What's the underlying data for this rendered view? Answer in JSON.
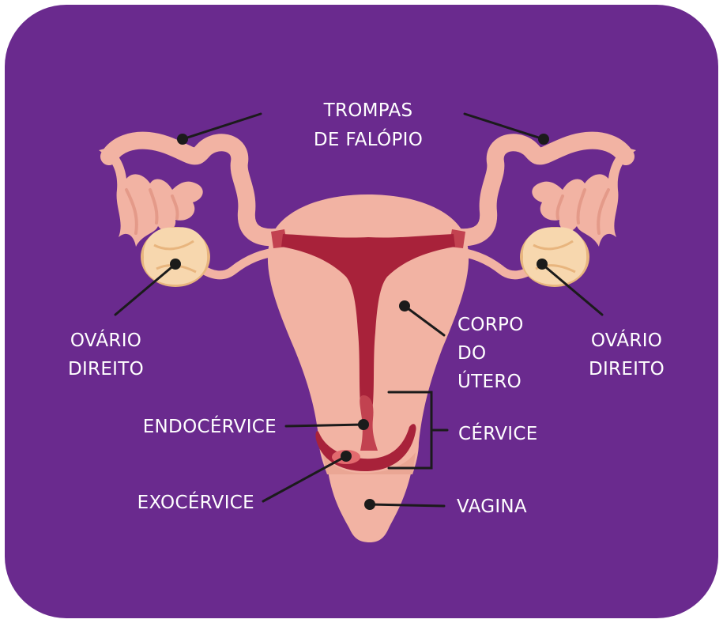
{
  "colors": {
    "background": "#6a2a8e",
    "tissue": "#f2b3a3",
    "tissue_shade": "#e49a89",
    "canal": "#a8223a",
    "ovary": "#f7d7ae",
    "ovary_shade": "#e8b57e",
    "label_text": "#ffffff",
    "leader_line": "#1b1b1b"
  },
  "labels": {
    "fallopian_line1": "TROMPAS",
    "fallopian_line2": "DE FALÓPIO",
    "ovary_left_line1": "OVÁRIO",
    "ovary_left_line2": "DIREITO",
    "ovary_right_line1": "OVÁRIO",
    "ovary_right_line2": "DIREITO",
    "uterus_body_line1": "CORPO",
    "uterus_body_line2": "DO",
    "uterus_body_line3": "ÚTERO",
    "endocervix": "ENDOCÉRVICE",
    "cervix": "CÉRVICE",
    "exocervix": "EXOCÉRVICE",
    "vagina": "VAGINA"
  }
}
